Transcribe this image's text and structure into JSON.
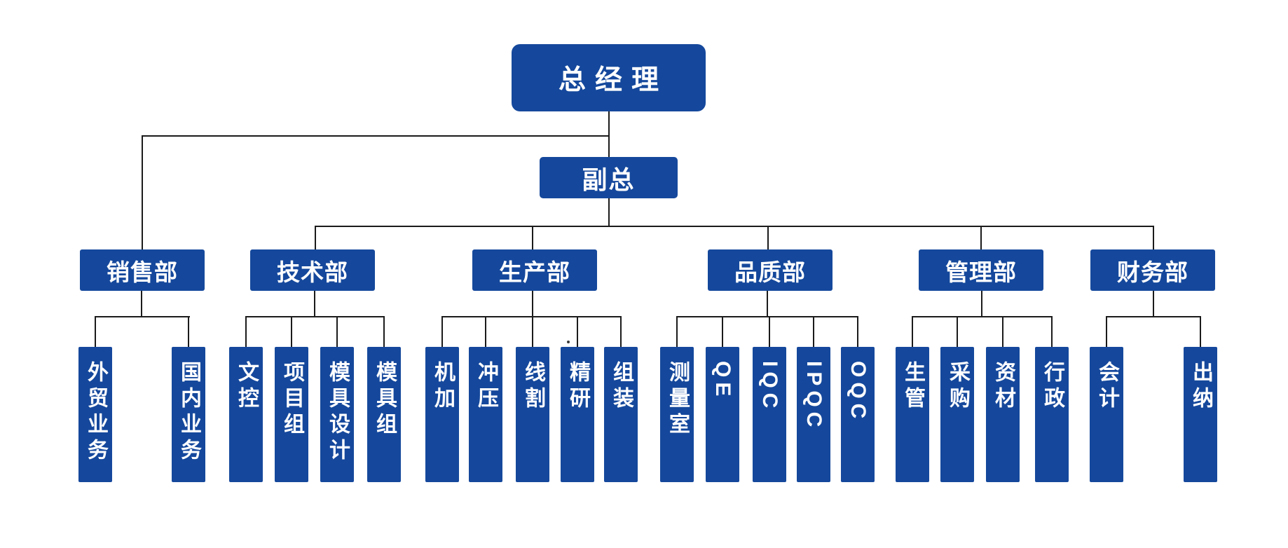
{
  "colors": {
    "node_blue": "#15489C",
    "node_text": "#ffffff",
    "connector_line": "#1b1b1b",
    "background": "#ffffff"
  },
  "org_chart": {
    "root": {
      "label": "总经理"
    },
    "deputy": {
      "label": "副总"
    },
    "departments": [
      {
        "label": "销售部",
        "children": [
          "外贸业务",
          "国内业务"
        ]
      },
      {
        "label": "技术部",
        "children": [
          "文控",
          "项目组",
          "模具设计",
          "模具组"
        ]
      },
      {
        "label": "生产部",
        "children": [
          "机加",
          "冲压",
          "线割",
          "精研",
          "组装"
        ]
      },
      {
        "label": "品质部",
        "children": [
          "测量室",
          "QE",
          "IQC",
          "IPQC",
          "OQC"
        ]
      },
      {
        "label": "管理部",
        "children": [
          "生管",
          "采购",
          "资材",
          "行政"
        ]
      },
      {
        "label": "财务部",
        "children": [
          "会计",
          "出纳"
        ]
      }
    ]
  }
}
